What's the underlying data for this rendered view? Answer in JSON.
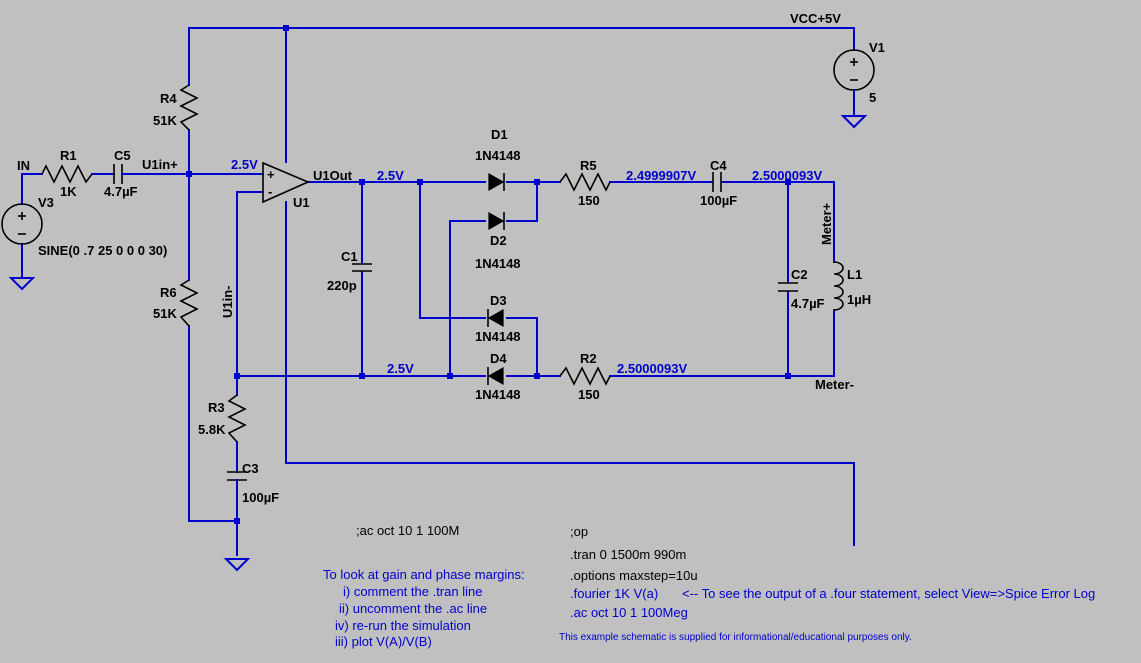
{
  "net_labels": {
    "vcc": "VCC+5V",
    "in": "IN",
    "u1in_plus": "U1in+",
    "u1in_minus": "U1in-",
    "u1out": "U1Out",
    "meter_plus": "Meter+",
    "meter_minus": "Meter-"
  },
  "voltages": {
    "u1in_plus": "2.5V",
    "u1out": "2.5V",
    "c1_bottom": "2.5V",
    "r5_out": "2.4999907V",
    "c4_out": "2.5000093V",
    "r2_out": "2.5000093V"
  },
  "components": {
    "v1": {
      "name": "V1",
      "value": "5"
    },
    "v3": {
      "name": "V3",
      "value": "SINE(0 .7 25 0 0 0 30)"
    },
    "r1": {
      "name": "R1",
      "value": "1K"
    },
    "c5": {
      "name": "C5",
      "value": "4.7µF"
    },
    "r4": {
      "name": "R4",
      "value": "51K"
    },
    "r6": {
      "name": "R6",
      "value": "51K"
    },
    "r3": {
      "name": "R3",
      "value": "5.8K"
    },
    "c3": {
      "name": "C3",
      "value": "100µF"
    },
    "u1": {
      "name": "U1"
    },
    "c1": {
      "name": "C1",
      "value": "220p"
    },
    "d1": {
      "name": "D1",
      "value": "1N4148"
    },
    "d2": {
      "name": "D2",
      "value": "1N4148"
    },
    "d3": {
      "name": "D3",
      "value": "1N4148"
    },
    "d4": {
      "name": "D4",
      "value": "1N4148"
    },
    "r5": {
      "name": "R5",
      "value": "150"
    },
    "r2": {
      "name": "R2",
      "value": "150"
    },
    "c4": {
      "name": "C4",
      "value": "100µF"
    },
    "c2": {
      "name": "C2",
      "value": "4.7µF"
    },
    "l1": {
      "name": "L1",
      "value": "1µH"
    }
  },
  "opamp_signs": {
    "plus": "+",
    "minus": "-"
  },
  "directives": {
    "ac_comment": ";ac oct 10 1 100M",
    "op": ";op",
    "tran": ".tran 0 1500m 990m",
    "options": ".options maxstep=10u",
    "fourier": ".fourier 1K V(a)",
    "fourier_note": "<-- To see the output of a .four statement, select View=>Spice Error Log",
    "ac": ".ac oct 10 1 100Meg"
  },
  "instructions": {
    "title": "To look at gain and phase margins:",
    "steps": [
      "i) comment the .tran line",
      "ii) uncomment the .ac line",
      "iv) re-run the simulation",
      "iii) plot V(A)/V(B)"
    ]
  },
  "disclaimer": "This example schematic is supplied for informational/educational purposes only."
}
